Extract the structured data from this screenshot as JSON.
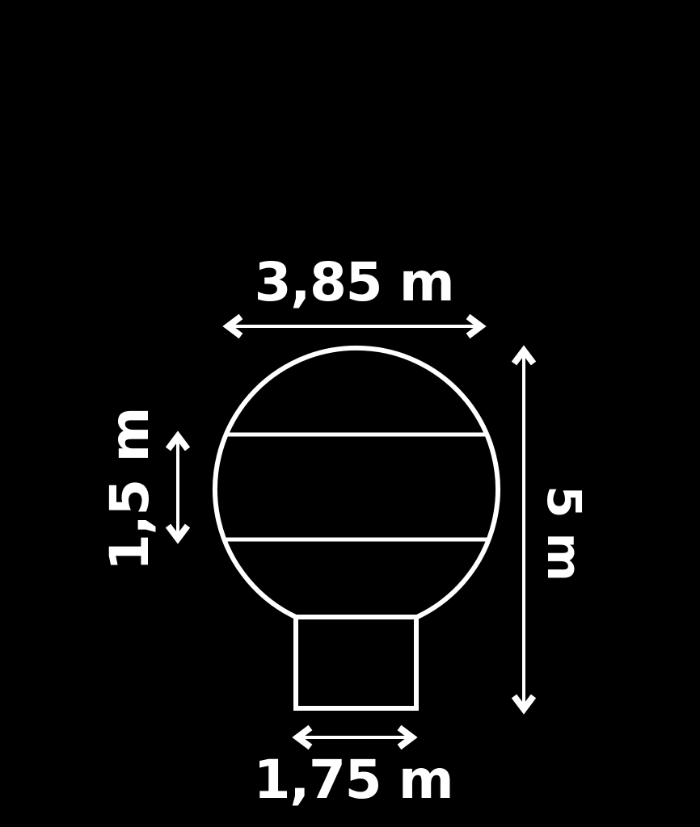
{
  "colors": {
    "background": "#000000",
    "foreground": "#ffffff"
  },
  "diagram": {
    "type": "dimension-drawing",
    "dimensions": {
      "top_width": "3,85 m",
      "stripe_height": "1,5 m",
      "total_height": "5 m",
      "base_width": "1,75 m"
    }
  }
}
